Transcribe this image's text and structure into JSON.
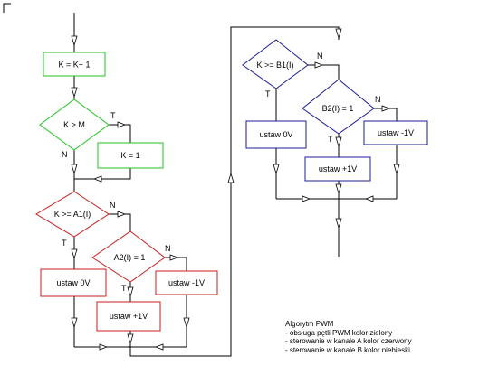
{
  "nodes": {
    "k_inc": "K = K+ 1",
    "k_gt_m": "K > M",
    "k_eq_1": "K = 1",
    "k_ge_a1": "K >= A1(I)",
    "a2_eq_1": "A2(I) = 1",
    "red_set0": "ustaw 0V",
    "red_setm1": "ustaw -1V",
    "red_setp1": "ustaw +1V",
    "k_ge_b1": "K >= B1(I)",
    "b2_eq_1": "B2(I) = 1",
    "blue_set0": "ustaw 0V",
    "blue_setm1": "ustaw -1V",
    "blue_setp1": "ustaw +1V"
  },
  "labels": {
    "yes": "T",
    "no": "N"
  },
  "colors": {
    "green": "#22c422",
    "red": "#c81e1e",
    "blue": "#1c1c96"
  },
  "legend": {
    "title": "Algorytm PWM",
    "items": [
      "- obsługa pętli PWM kolor zielony",
      "- sterowanie w kanale A kolor czerwony",
      "- sterowanie w kanale B kolor niebieski"
    ]
  }
}
